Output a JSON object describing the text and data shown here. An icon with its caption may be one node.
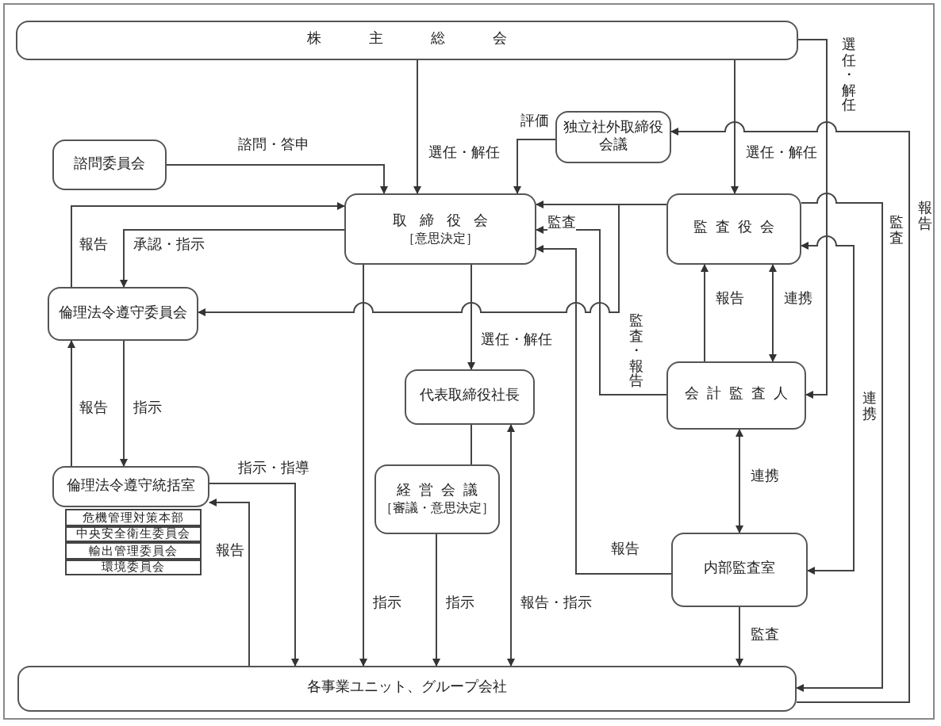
{
  "diagram": {
    "nodes": [
      {
        "text": [
          "株主総会"
        ]
      },
      {
        "text": [
          "諮問委員会"
        ]
      },
      {
        "text": [
          "独立社外取締役会議"
        ]
      },
      {
        "text": [
          "取締役会",
          "［意思決定］"
        ]
      },
      {
        "text": [
          "監査役会"
        ]
      },
      {
        "text": [
          "倫理法令遵守委員会"
        ]
      },
      {
        "text": [
          "代表取締役社長"
        ]
      },
      {
        "text": [
          "会計監査人"
        ]
      },
      {
        "text": [
          "倫理法令遵守統括室"
        ]
      },
      {
        "text": [
          "危機管理対策本部"
        ]
      },
      {
        "text": [
          "中央安全衛生委員会"
        ]
      },
      {
        "text": [
          "輸出管理委員会"
        ]
      },
      {
        "text": [
          "環境委員会"
        ]
      },
      {
        "text": [
          "経営会議",
          "［審議・意思決定］"
        ]
      },
      {
        "text": [
          "内部監査室"
        ]
      },
      {
        "text": [
          "各事業ユニット、グループ会社"
        ]
      }
    ],
    "edges": [
      {
        "from": 0,
        "to": 3,
        "arrow": "to",
        "label": "選任・解任"
      },
      {
        "from": 0,
        "to": 4,
        "arrow": "to",
        "label": "選任・解任"
      },
      {
        "from": 0,
        "to": 7,
        "arrow": "to",
        "label": "選任・解任"
      },
      {
        "from": 15,
        "to": 2,
        "arrow": "to",
        "label": "報告"
      },
      {
        "from": 1,
        "to": 3,
        "arrow": "to",
        "label": "諮問・答申"
      },
      {
        "from": 2,
        "to": 3,
        "arrow": "to",
        "label": "評価"
      },
      {
        "from": 3,
        "to": 5,
        "arrow": "to",
        "label": "承認・指示"
      },
      {
        "from": 5,
        "to": 3,
        "arrow": "to",
        "label": "報告"
      },
      {
        "from": 4,
        "to": 3,
        "arrow": "to",
        "label": "監査"
      },
      {
        "from": 4,
        "to": 5,
        "arrow": "to"
      },
      {
        "from": 3,
        "to": 6,
        "arrow": "to",
        "label": "選任・解任"
      },
      {
        "from": 7,
        "to": 3,
        "arrow": "to",
        "label": "監査・報告"
      },
      {
        "from": 14,
        "to": 3,
        "arrow": "to",
        "label": "報告"
      },
      {
        "from": 7,
        "to": 4,
        "arrow": "to",
        "label": "報告"
      },
      {
        "from": 4,
        "to": 7,
        "arrow": "both",
        "label": "連携"
      },
      {
        "from": 7,
        "to": 14,
        "arrow": "both",
        "label": "連携"
      },
      {
        "from": 14,
        "to": 15,
        "arrow": "to",
        "label": "監査"
      },
      {
        "from": 4,
        "to": 15,
        "arrow": "to",
        "label": "監査"
      },
      {
        "from": 14,
        "to": 4,
        "arrow": "both",
        "label": "連携"
      },
      {
        "from": 3,
        "to": 15,
        "arrow": "to",
        "label": "指示"
      },
      {
        "from": 5,
        "to": 8,
        "arrow": "to",
        "label": "指示"
      },
      {
        "from": 8,
        "to": 5,
        "arrow": "to",
        "label": "報告"
      },
      {
        "from": 8,
        "to": 15,
        "arrow": "to",
        "label": "指示・指導"
      },
      {
        "from": 15,
        "to": 8,
        "arrow": "to",
        "label": "報告"
      },
      {
        "from": 13,
        "to": 15,
        "arrow": "to",
        "label": "指示"
      },
      {
        "from": 6,
        "to": 13,
        "arrow": "none"
      },
      {
        "from": 6,
        "to": 15,
        "arrow": "both",
        "label": "報告・指示"
      }
    ]
  }
}
